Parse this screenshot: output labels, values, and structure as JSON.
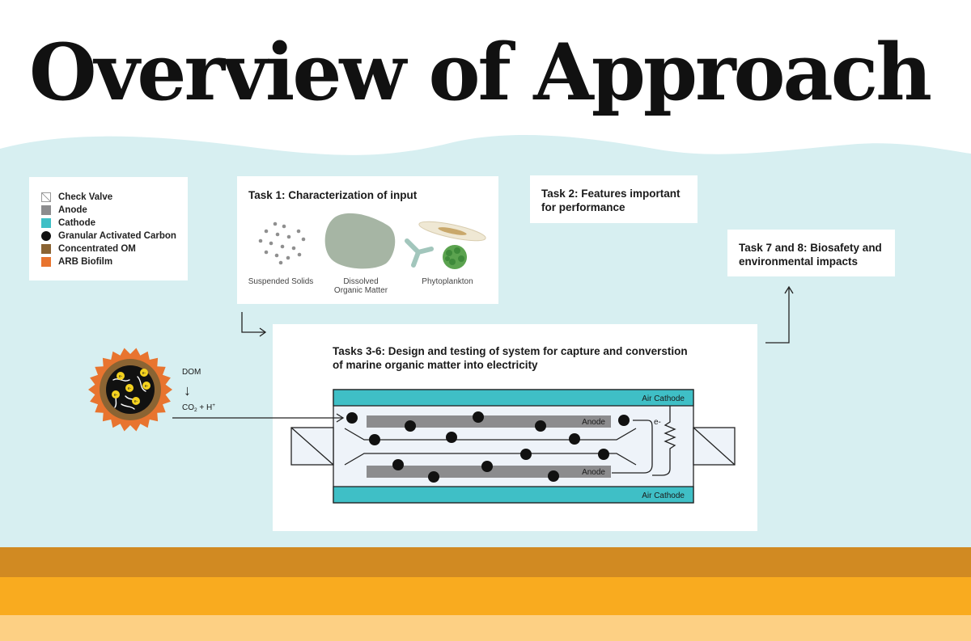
{
  "title": "Overview of Approach",
  "legend": {
    "items": [
      {
        "label": "Check Valve",
        "color": "#ffffff",
        "shape": "valve"
      },
      {
        "label": "Anode",
        "color": "#8c8c8e",
        "shape": "square"
      },
      {
        "label": "Cathode",
        "color": "#3fbfc6",
        "shape": "square"
      },
      {
        "label": "Granular Activated Carbon",
        "color": "#111111",
        "shape": "circle"
      },
      {
        "label": "Concentrated OM",
        "color": "#8b6433",
        "shape": "square"
      },
      {
        "label": "ARB Biofilm",
        "color": "#e8742f",
        "shape": "square"
      }
    ]
  },
  "task1": {
    "title": "Task 1: Characterization of input",
    "labels": {
      "suspended_solids": "Suspended Solids",
      "dom_line1": "Dissolved",
      "dom_line2": "Organic Matter",
      "phytoplankton": "Phytoplankton"
    }
  },
  "task2": {
    "title_line1": "Task 2: Features important",
    "title_line2": "for performance"
  },
  "task78": {
    "title_line1": "Task 7 and 8: Biosafety and",
    "title_line2": "environmental impacts"
  },
  "main": {
    "title_line1": "Tasks 3-6: Design and testing of system for capture and converstion",
    "title_line2": "of marine organic matter into electricity",
    "air_cathode_top": "Air Cathode",
    "air_cathode_bottom": "Air Cathode",
    "anode_top": "Anode",
    "anode_bottom": "Anode",
    "electron": "e-"
  },
  "granule": {
    "dom": "DOM",
    "arrow": "↓",
    "co2": "CO",
    "co2_sub": "2",
    "co2_rest": " + H",
    "h_sup": "+",
    "electron_marker": "e-"
  },
  "colors": {
    "sky": "#d7eff1",
    "cathode": "#3fbfc6",
    "anode": "#8c8c8e",
    "biofilm": "#e8742f",
    "om": "#8b6433",
    "band1": "#d18a22",
    "band2": "#f9ab1f",
    "band3": "#fdd084",
    "electron_fill": "#f4d21f"
  }
}
